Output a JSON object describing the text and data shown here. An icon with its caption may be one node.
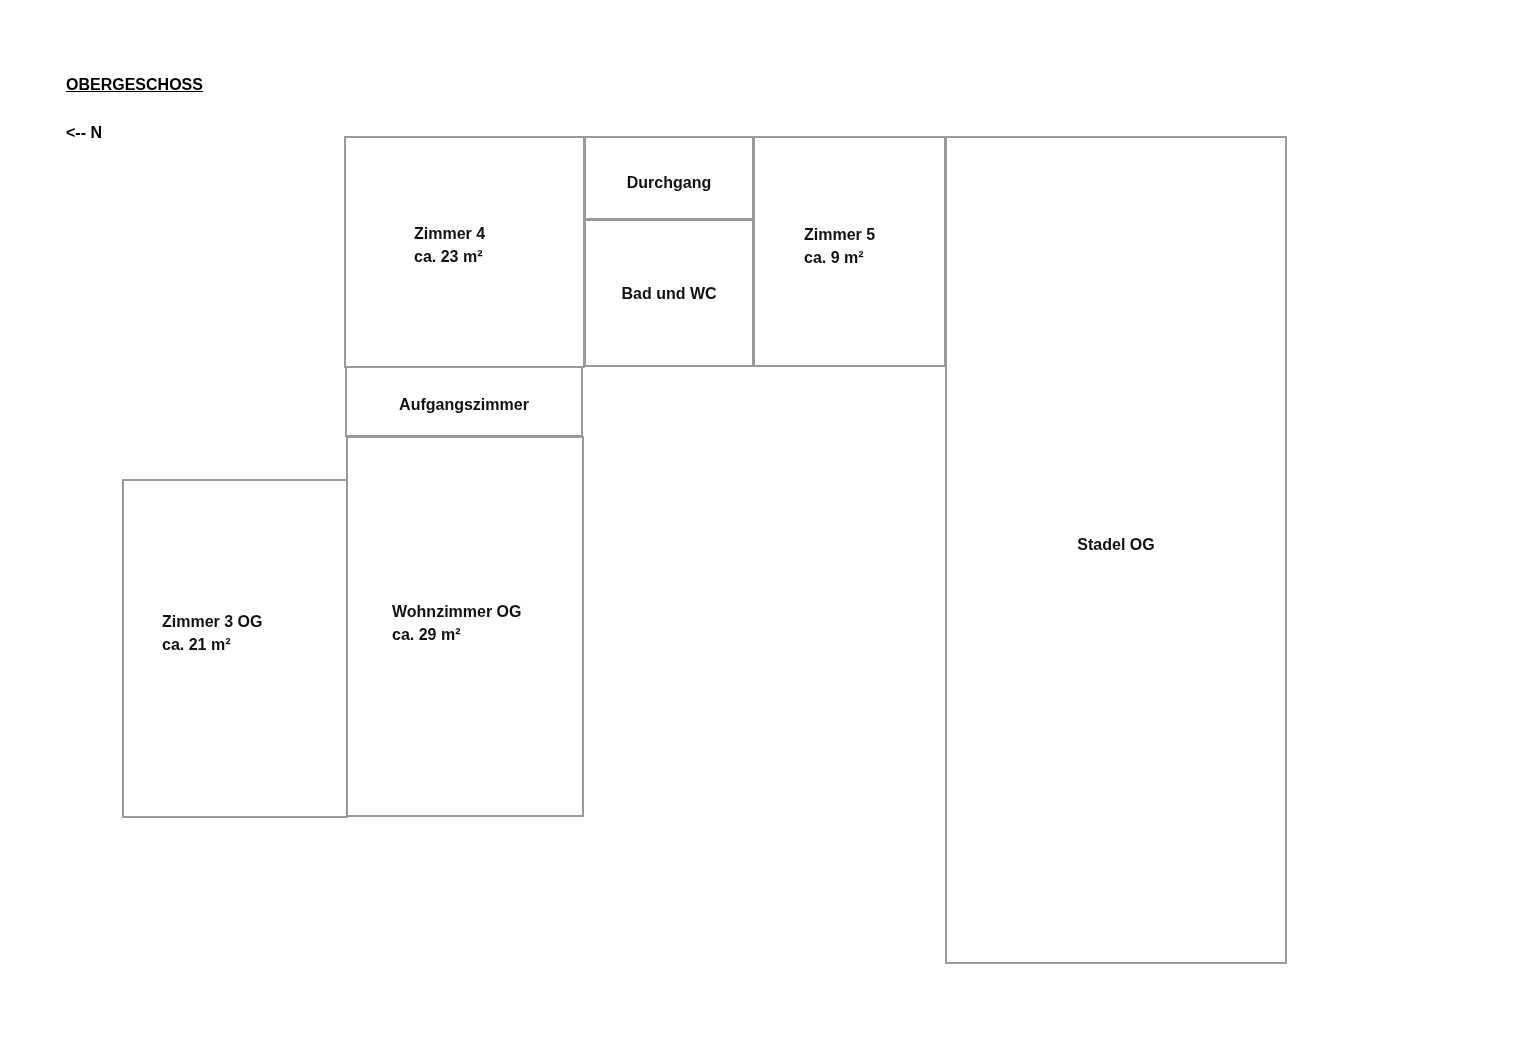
{
  "diagram": {
    "title": "OBERGESCHOSS",
    "nodes": [
      {
        "text": [
          "Zimmer 4",
          "ca. 23 m²"
        ]
      },
      {
        "text": [
          "Durchgang"
        ]
      },
      {
        "text": [
          "Bad und WC"
        ]
      },
      {
        "text": [
          "Zimmer 5",
          "ca. 9 m²"
        ]
      },
      {
        "text": [
          "Stadel OG"
        ]
      },
      {
        "text": [
          "Aufgangszimmer"
        ]
      },
      {
        "text": [
          "Zimmer 3 OG",
          "ca. 21 m²"
        ]
      },
      {
        "text": [
          "Wohnzimmer OG",
          "ca. 29 m²"
        ]
      }
    ],
    "edges": [],
    "labels": [
      "<-- N"
    ]
  }
}
